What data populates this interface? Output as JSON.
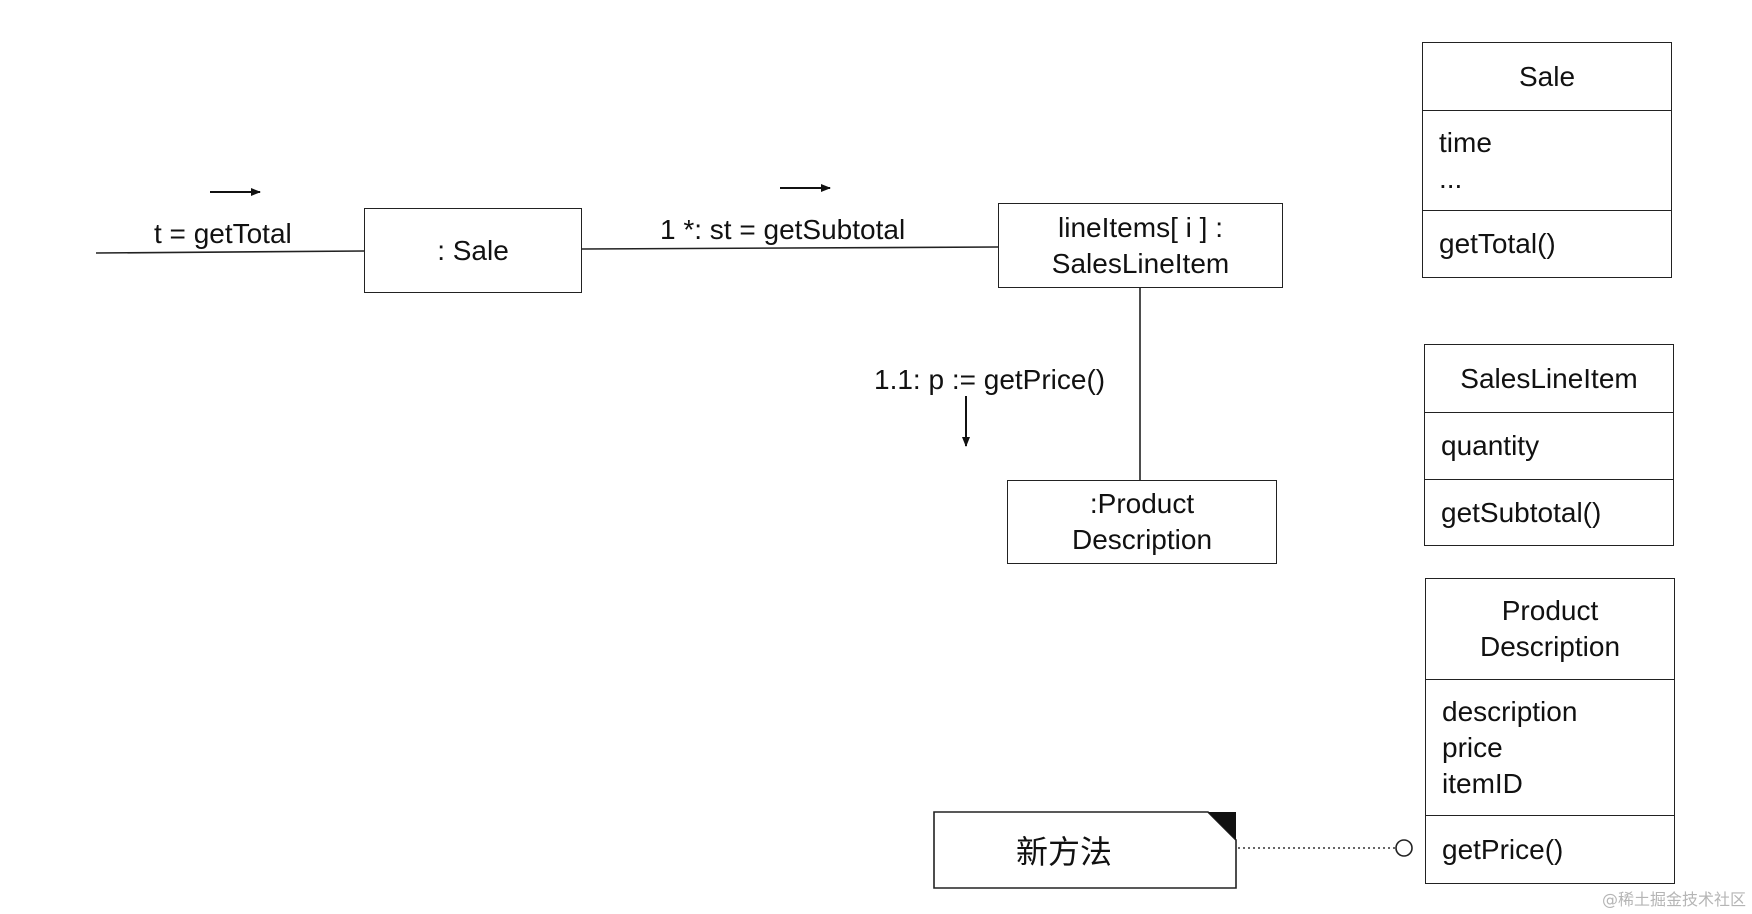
{
  "communication": {
    "incoming_message": "t = getTotal",
    "sale_object": ": Sale",
    "loop_message": "1 *: st = getSubtotal",
    "line_item_object": [
      "lineItems[ i ] :",
      "SalesLineItem"
    ],
    "price_message": "1.1: p := getPrice()",
    "product_object": [
      ":Product",
      "Description"
    ]
  },
  "classes": {
    "sale": {
      "name": "Sale",
      "attributes": [
        "time",
        "..."
      ],
      "operations": [
        "getTotal()"
      ]
    },
    "sales_line_item": {
      "name": "SalesLineItem",
      "attributes": [
        "quantity"
      ],
      "operations": [
        "getSubtotal()"
      ]
    },
    "product_description": {
      "name": [
        "Product",
        "Description"
      ],
      "attributes": [
        "description",
        "price",
        "itemID"
      ],
      "operations": [
        "getPrice()"
      ]
    }
  },
  "note": {
    "text": "新方法"
  },
  "watermark": "@稀土掘金技术社区"
}
